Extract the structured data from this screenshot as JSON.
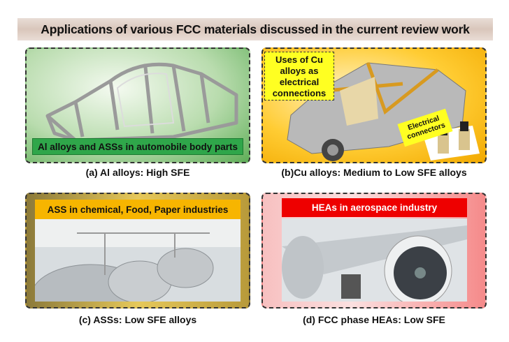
{
  "title": "Applications of various FCC materials discussed in the current review work",
  "panels": {
    "a": {
      "label": "Al alloys and ASSs in automobile body parts",
      "caption": "(a) Al alloys: High SFE"
    },
    "b": {
      "label": "Uses of Cu alloys as electrical connections",
      "sublabel": "Electrical connectors",
      "caption": "(b)Cu alloys: Medium to Low SFE alloys"
    },
    "c": {
      "label": "ASS in chemical, Food, Paper industries",
      "caption": "(c) ASSs: Low SFE alloys"
    },
    "d": {
      "label": "HEAs in aerospace industry",
      "caption": "(d) FCC phase HEAs: Low SFE"
    }
  }
}
